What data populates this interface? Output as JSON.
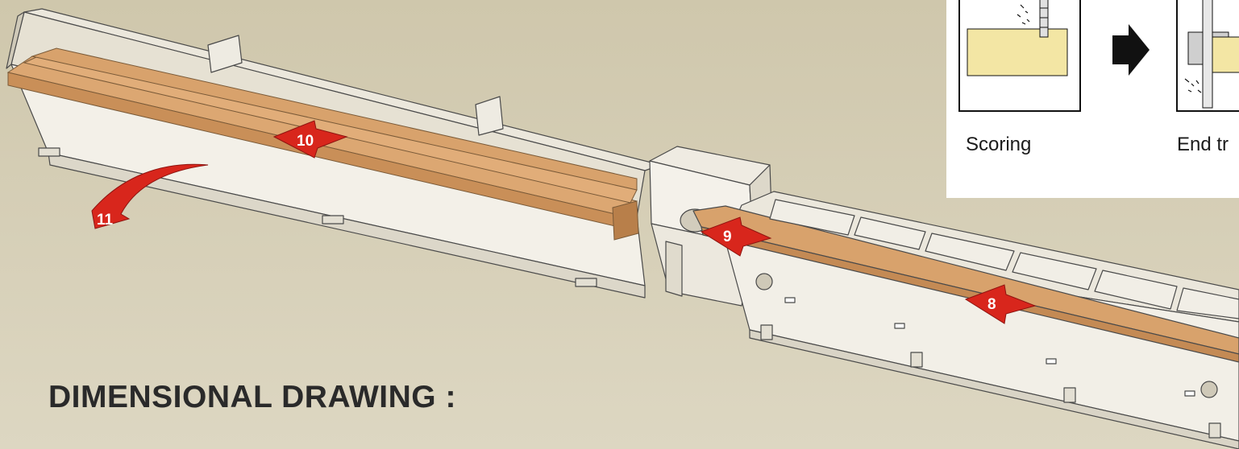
{
  "heading": "DIMENSIONAL DRAWING :",
  "inset": {
    "captions": [
      "Scoring",
      "End tr"
    ]
  },
  "callouts": [
    "8",
    "9",
    "10",
    "11"
  ],
  "colors": {
    "background": "#d6cfb6",
    "machine_body": "#f2efe6",
    "timber": "#d9a36e",
    "arrow": "#d8261c",
    "inset_yellow": "#f3e6a4"
  }
}
